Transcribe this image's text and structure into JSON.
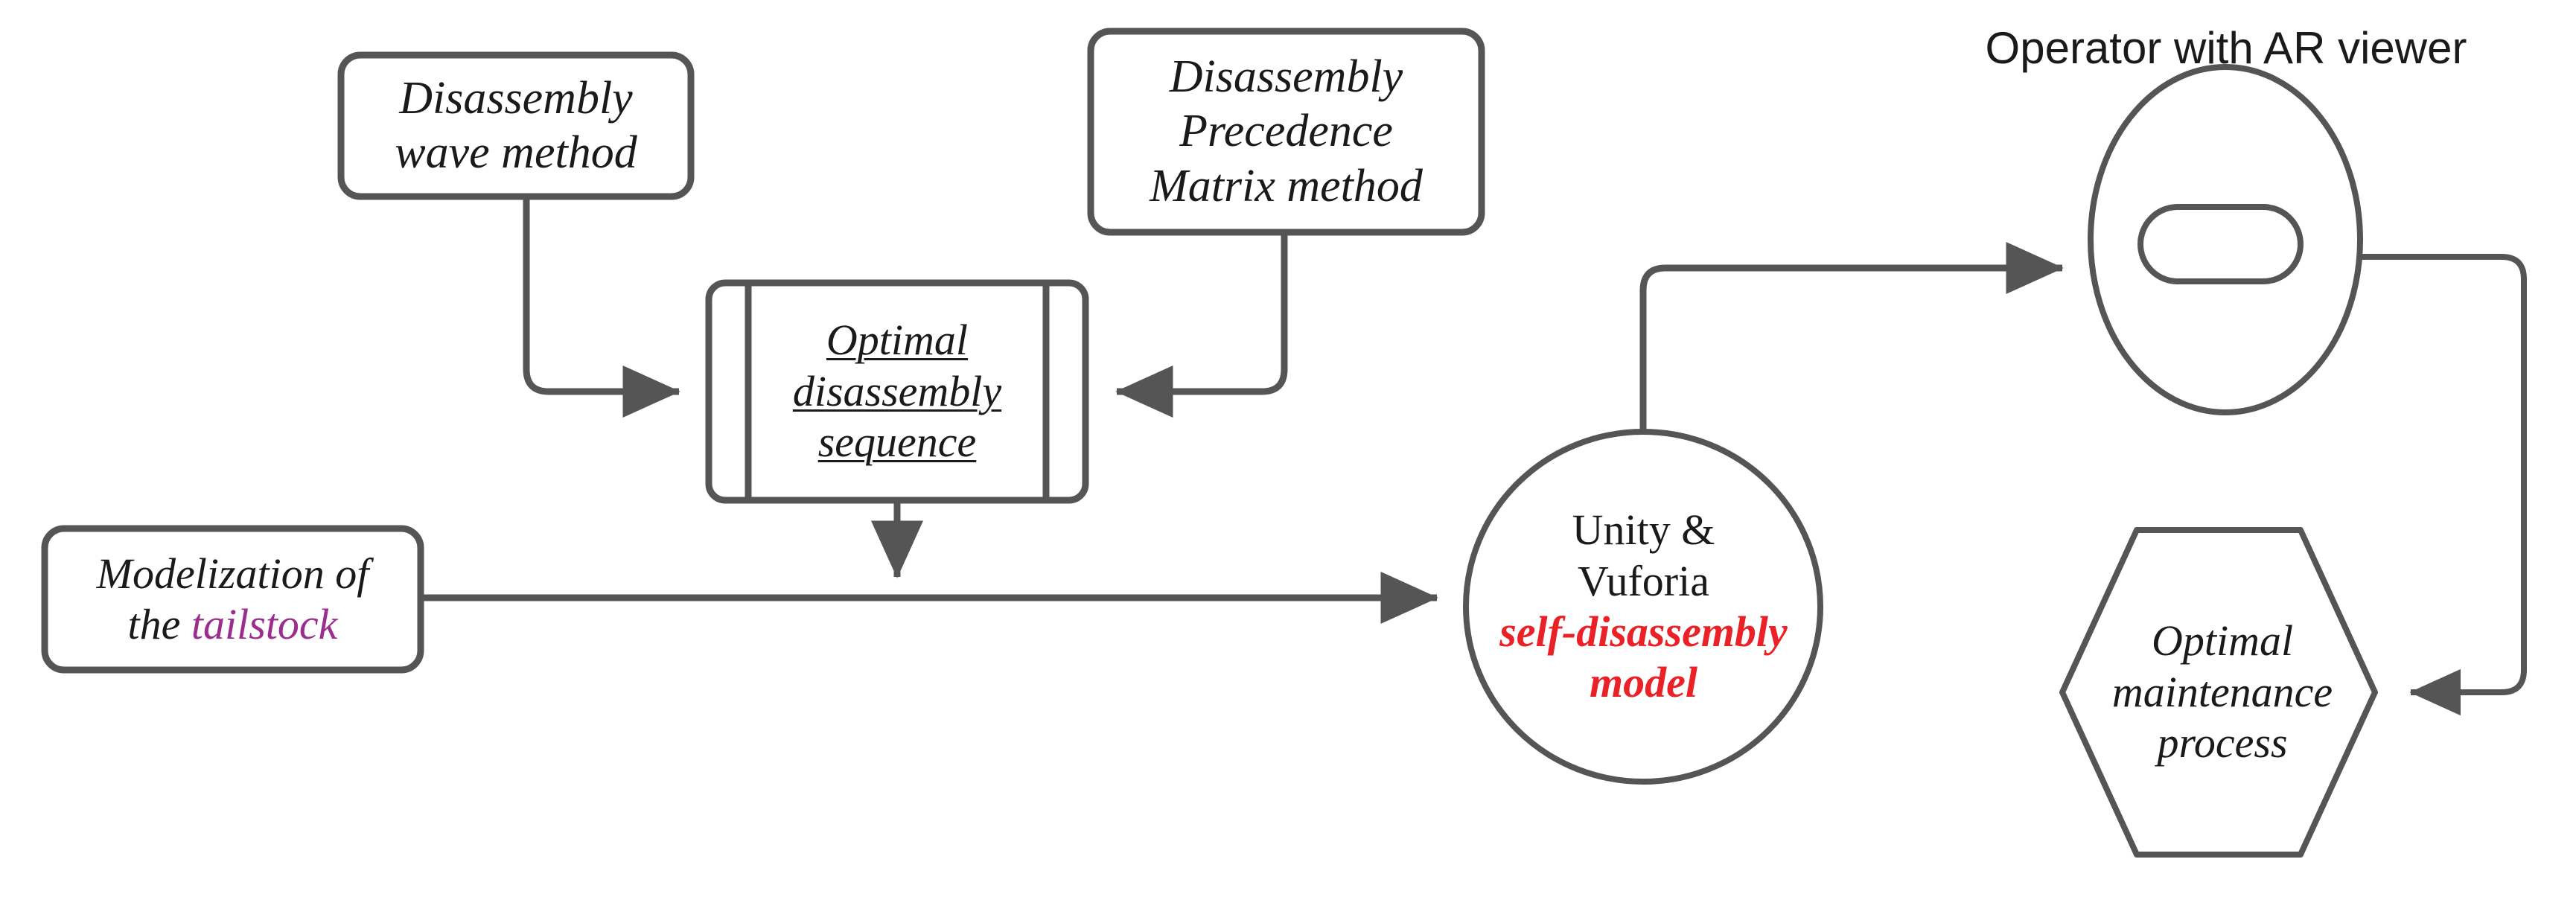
{
  "diagram": {
    "title_caption": "Operator with AR viewer",
    "colors": {
      "stroke": "#555555",
      "text": "#1a1a1a",
      "accent_red": "#ea2127",
      "accent_purple": "#9b2d8f",
      "background": "#ffffff"
    },
    "nodes": {
      "disassembly_wave": {
        "shape": "rounded-rectangle",
        "line1": "Disassembly",
        "line2": "wave method"
      },
      "precedence_matrix": {
        "shape": "rounded-rectangle",
        "line1": "Disassembly",
        "line2": "Precedence",
        "line3": "Matrix method"
      },
      "optimal_sequence": {
        "shape": "predefined-process",
        "line1": "Optimal",
        "line2": "disassembly",
        "line3": "sequence"
      },
      "modelization": {
        "shape": "rounded-rectangle",
        "line1": "Modelization of",
        "line2_plain": "the ",
        "line2_accent": "tailstock"
      },
      "unity_vuforia": {
        "shape": "ellipse",
        "line1": "Unity &",
        "line2": "Vuforia",
        "line3_accent": "self-disassembly",
        "line4_accent": "model"
      },
      "operator": {
        "shape": "head-with-ar-visor",
        "caption": "Operator with AR viewer"
      },
      "maintenance": {
        "shape": "hexagon",
        "line1": "Optimal",
        "line2": "maintenance",
        "line3": "process"
      }
    },
    "edges": [
      {
        "name": "wave-to-sequence",
        "from": "disassembly_wave",
        "to": "optimal_sequence",
        "style": "elbow-arrow"
      },
      {
        "name": "precedence-to-sequence",
        "from": "precedence_matrix",
        "to": "optimal_sequence",
        "style": "elbow-arrow"
      },
      {
        "name": "sequence-to-flowline",
        "from": "optimal_sequence",
        "to": "modelization-line",
        "style": "straight-arrow"
      },
      {
        "name": "modelization-to-unity",
        "from": "modelization",
        "to": "unity_vuforia",
        "style": "straight-arrow"
      },
      {
        "name": "unity-to-operator",
        "from": "unity_vuforia",
        "to": "operator",
        "style": "elbow-arrow"
      },
      {
        "name": "operator-to-maintenance",
        "from": "operator",
        "to": "maintenance",
        "style": "elbow-arrow"
      }
    ]
  }
}
